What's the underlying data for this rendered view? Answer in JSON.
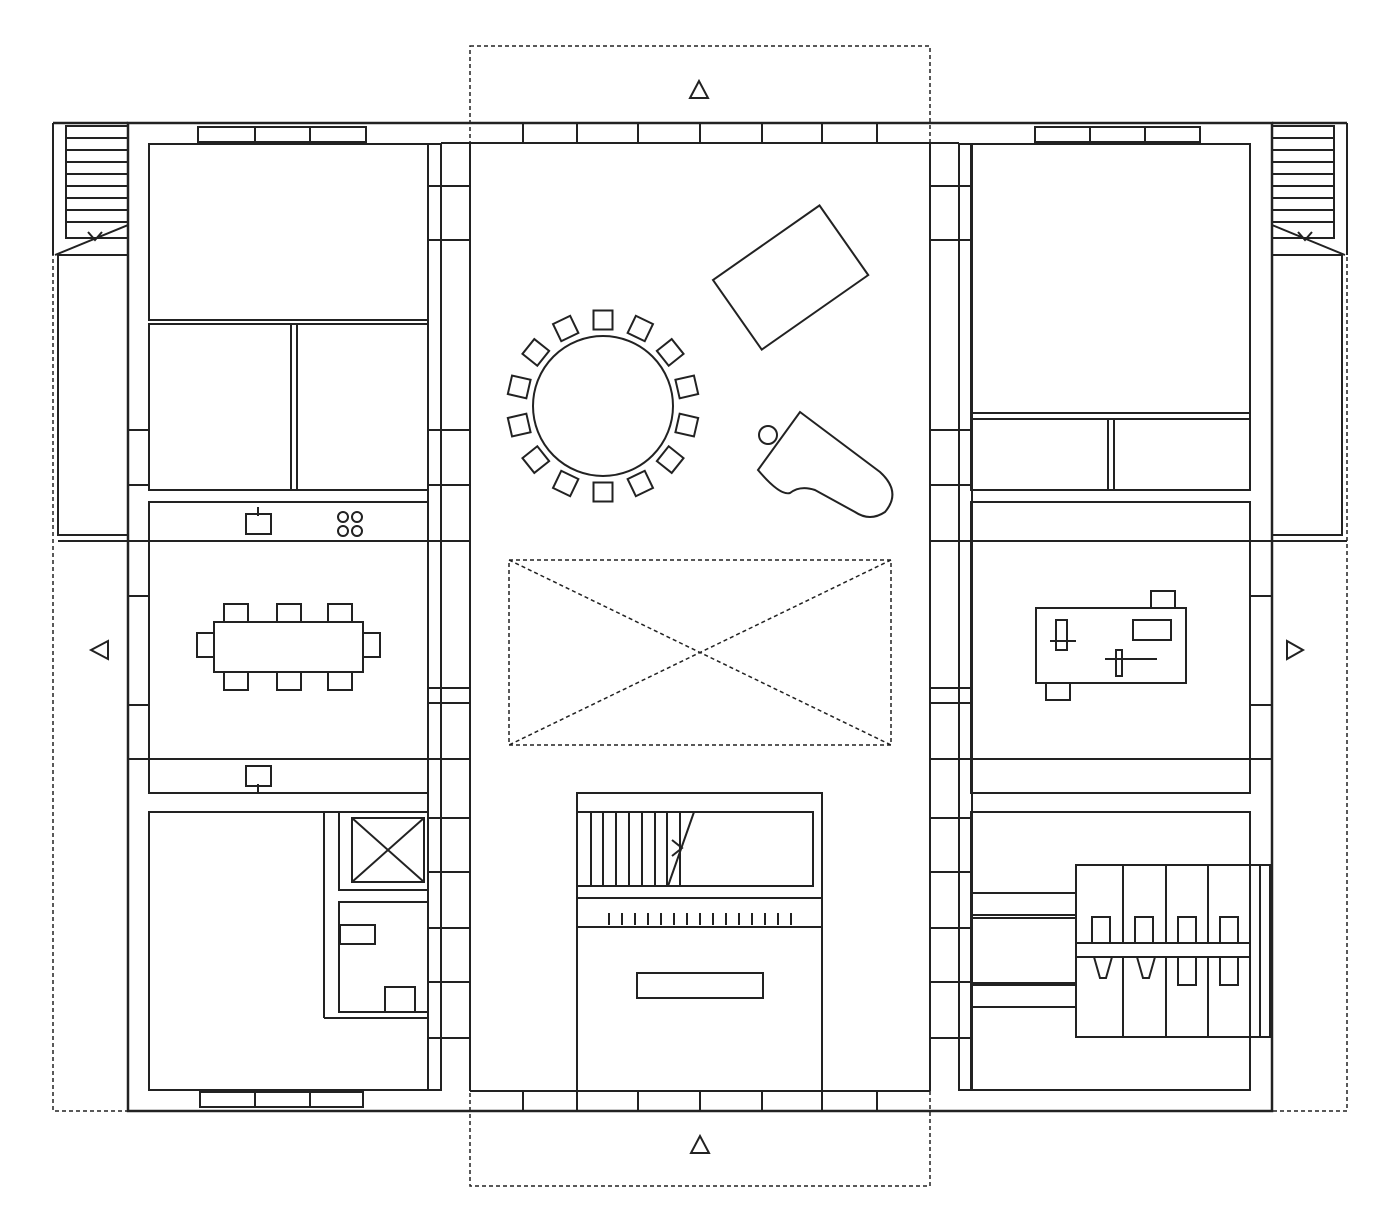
{
  "colors": {
    "background": "#ffffff",
    "line": "#222222"
  },
  "view": "floor-plan",
  "rooms": [
    {
      "name": "bedroom-top-left"
    },
    {
      "name": "storage-top-left"
    },
    {
      "name": "kitchen-dining"
    },
    {
      "name": "bathroom-bottom-left"
    },
    {
      "name": "central-hall"
    },
    {
      "name": "bedroom-top-right"
    },
    {
      "name": "office"
    },
    {
      "name": "laundry-bottom-right"
    }
  ],
  "furniture": [
    {
      "name": "round-table",
      "seats": 14
    },
    {
      "name": "dining-table",
      "seats": 8
    },
    {
      "name": "sofa"
    },
    {
      "name": "grand-piano"
    },
    {
      "name": "desk"
    }
  ],
  "markers": [
    {
      "name": "entrance-arrow-top",
      "direction": "up"
    },
    {
      "name": "entrance-arrow-bottom",
      "direction": "up"
    },
    {
      "name": "entrance-arrow-left",
      "direction": "left"
    },
    {
      "name": "entrance-arrow-right",
      "direction": "right"
    }
  ]
}
